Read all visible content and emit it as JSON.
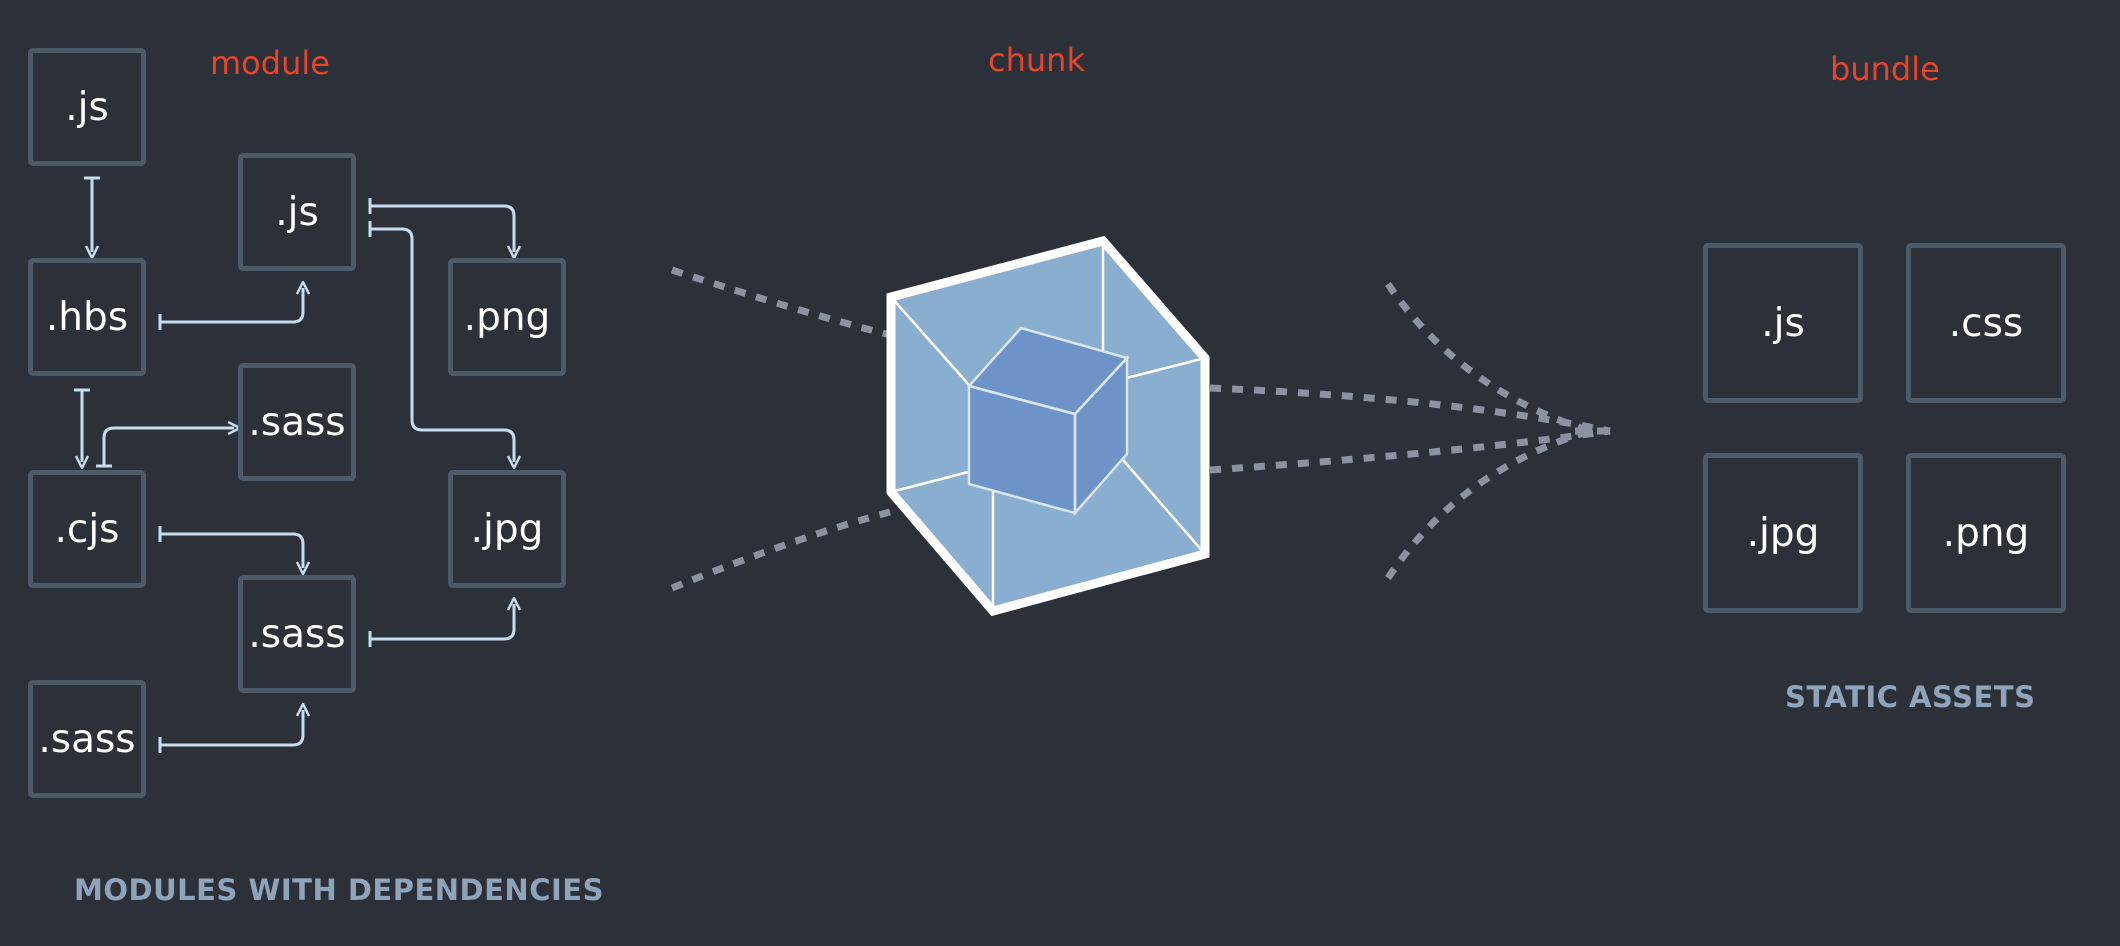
{
  "labels": {
    "module": "module",
    "chunk": "chunk",
    "bundle": "bundle"
  },
  "captions": {
    "modules": "MODULES WITH DEPENDENCIES",
    "assets": "STATIC ASSETS"
  },
  "modules": {
    "js_top": ".js",
    "hbs": ".hbs",
    "cjs": ".cjs",
    "sass_bottom_left": ".sass",
    "js_mid": ".js",
    "sass_mid": ".sass",
    "sass_low": ".sass",
    "png": ".png",
    "jpg": ".jpg"
  },
  "assets": {
    "js": ".js",
    "css": ".css",
    "jpg": ".jpg",
    "png": ".png"
  },
  "colors": {
    "background": "#2b3039",
    "box_border": "#4f5a68",
    "arrow": "#c8dcf0",
    "accent_label": "#e8442a",
    "caption": "#8fa3bb",
    "cube_outer": "#8aaed0",
    "cube_inner": "#6d93c8",
    "dotted": "#8a939f"
  }
}
